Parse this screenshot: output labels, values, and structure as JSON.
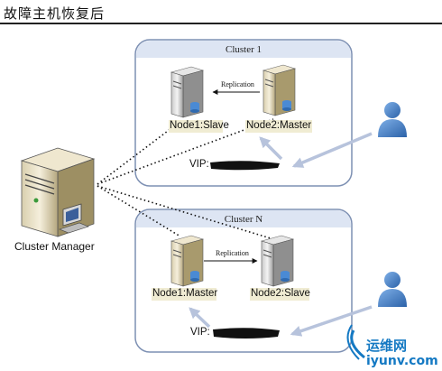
{
  "page_title": "故障主机恢复后",
  "cluster1": {
    "title": "Cluster 1",
    "left_node_label": "Node1:Slave",
    "right_node_label": "Node2:Master",
    "replication_label": "Replication",
    "vip_label": "VIP:"
  },
  "clusterN": {
    "title": "Cluster N",
    "left_node_label": "Node1:Master",
    "right_node_label": "Node2:Slave",
    "replication_label": "Replication",
    "vip_label": "VIP:"
  },
  "manager_label": "Cluster Manager",
  "watermark": {
    "text": "运维网",
    "url": "iyunv.com"
  },
  "colors": {
    "cluster_fill": "#ffffff",
    "cluster_border": "#7d90b3",
    "cluster_header": "#dde5f3",
    "label_bg": "#f0ecd3",
    "vip_arrow": "#b7c3dc",
    "user_blue": "#3a78c0",
    "watermark_blue": "#1479c3"
  }
}
